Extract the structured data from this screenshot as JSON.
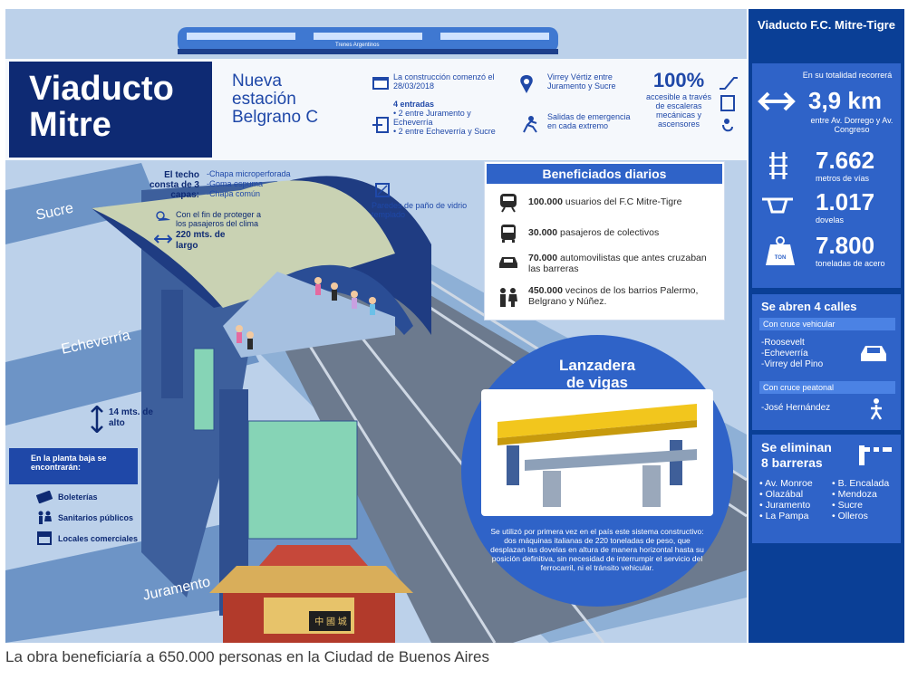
{
  "title": {
    "line1": "Viaducto",
    "line2": "Mitre"
  },
  "station": {
    "line1": "Nueva",
    "line2": "estación",
    "line3": "Belgrano C"
  },
  "info": {
    "construction": "La construcción comenzó el 28/03/2018",
    "location": "Virrey Vértiz entre Juramento y Sucre",
    "entrances_title": "4 entradas",
    "entrances_1": "• 2 entre Juramento y Echeverría",
    "entrances_2": "• 2 entre Echeverría y Sucre",
    "exits": "Salidas de emergencia en cada extremo",
    "accessible_pct": "100%",
    "accessible_text": "accesible a través de escaleras mecánicas y ascensores"
  },
  "roof": {
    "label": "El techo consta de 3 capas:",
    "layers": [
      "-Chapa microperforada",
      "-Goma espuma",
      "-Chapa común"
    ],
    "protect": "Con el fin de proteger a los pasajeros del clima",
    "length": "220 mts. de largo"
  },
  "glass": "Paredes de paño de vidrio templado",
  "height": "14 mts. de alto",
  "ground": {
    "title": "En la planta baja se encontrarán:",
    "items": [
      "Boleterías",
      "Sanitarios públicos",
      "Locales comerciales"
    ]
  },
  "streets": {
    "sucre": "Sucre",
    "echeverria": "Echeverría",
    "juramento": "Juramento"
  },
  "beneficiaries": {
    "title": "Beneficiados diarios",
    "items": [
      {
        "num": "100.000",
        "text": "usuarios del F.C Mitre-Tigre"
      },
      {
        "num": "30.000",
        "text": "pasajeros de colectivos"
      },
      {
        "num": "70.000",
        "text": "automovilistas que antes cruzaban las barreras"
      },
      {
        "num": "450.000",
        "text": "vecinos de los barrios Palermo, Belgrano y Núñez."
      }
    ]
  },
  "launcher": {
    "title1": "Lanzadera",
    "title2": "de vigas",
    "text": "Se utilizó por primera vez en el país este sistema constructivo: dos máquinas italianas de 220 toneladas de peso, que desplazan las dovelas en altura de manera horizontal hasta su posición definitiva, sin necesidad de interrumpir el servicio del ferrocarril, ni el tránsito vehicular."
  },
  "train_brand": "Trenes Argentinos",
  "gate_sign": "中 國 城",
  "sidebar": {
    "title": "Viaducto F.C. Mitre-Tigre",
    "total_label": "En su totalidad recorrerá",
    "km": "3,9 km",
    "km_sub": "entre Av. Dorrego y Av. Congreso",
    "rails_num": "7.662",
    "rails_label": "metros de vías",
    "dovelas_num": "1.017",
    "dovelas_label": "dovelas",
    "steel_num": "7.800",
    "steel_label": "toneladas de acero",
    "steel_icon_text": "TON",
    "open_title": "Se abren 4 calles",
    "vehicular_label": "Con cruce vehicular",
    "vehicular_streets": [
      "-Roosevelt",
      "-Echeverría",
      "-Virrey del Pino"
    ],
    "pedestrian_label": "Con cruce peatonal",
    "pedestrian_streets": [
      "-José Hernández"
    ],
    "barriers_title1": "Se eliminan",
    "barriers_title2": "8 barreras",
    "barriers_col1": [
      "• Av. Monroe",
      "• Olazábal",
      "• Juramento",
      "• La Pampa"
    ],
    "barriers_col2": [
      "• B. Encalada",
      "• Mendoza",
      "• Sucre",
      "• Olleros"
    ]
  },
  "caption": "La obra beneficiaría a 650.000 personas en la Ciudad de Buenos Aires"
}
